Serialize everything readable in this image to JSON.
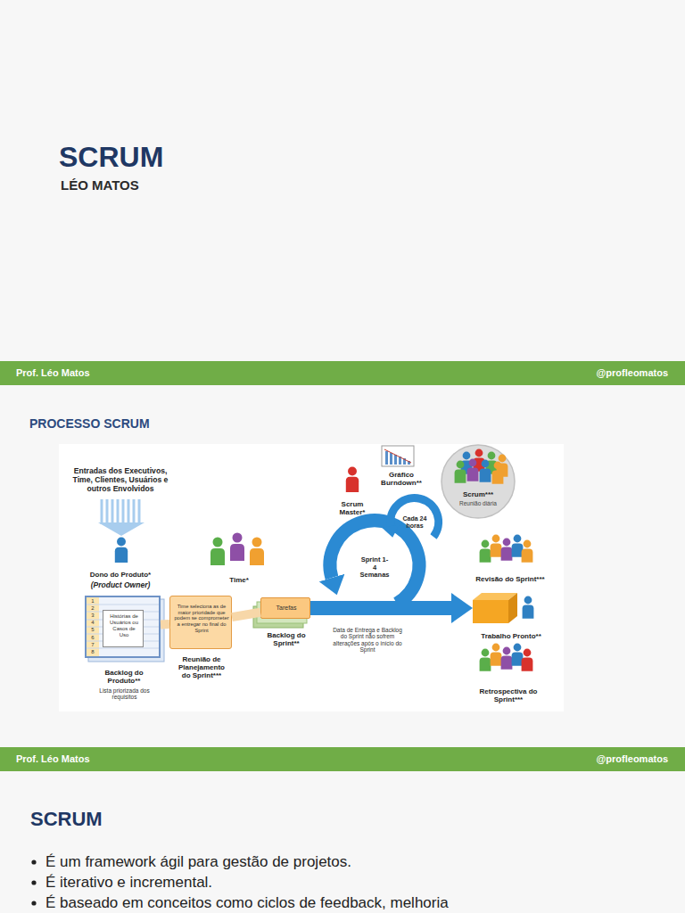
{
  "diagram": {
    "title": "SCRUM",
    "nodes": [
      {
        "text": [
          "Prof. Léo Matos",
          "@profleomatos"
        ]
      },
      {
        "text": [
          "Backlog do Produto**",
          "Lista priorizada dos requisitos"
        ]
      },
      {
        "text": [
          "Histórias de Usuários ou Casos de Uso"
        ],
        "in": 1
      },
      {
        "text": [
          "Time seleciona as de maior prioridade que podem se comprometer a entregar no final do Sprint",
          "Reunião de Planejamento do Sprint***"
        ]
      },
      {
        "text": [
          "Tarefas",
          "Backlog do Sprint**"
        ]
      },
      {
        "text": [
          "Scrum***",
          "Reunião diária"
        ]
      },
      {
        "text": [
          "Trabalho Pronto**"
        ]
      },
      {
        "text": [
          "Prof. Léo Matos",
          "@profleomatos"
        ]
      }
    ],
    "edges": [
      {
        "from": 1,
        "to": 3,
        "arrow": "none"
      },
      {
        "from": 3,
        "to": 4,
        "arrow": "none"
      },
      {
        "from": 4,
        "to": 6,
        "arrow": "to"
      }
    ],
    "labels": [
      "LÉO MATOS",
      "PROCESSO SCRUM",
      "Entradas dos Executivos, Time, Clientes, Usuários e outros Envolvidos",
      "Dono do Produto*",
      "(Product Owner)",
      "1",
      "2",
      "3",
      "4",
      "5",
      "6",
      "7",
      "8",
      "Time*",
      "Scrum Master*",
      "Gráfico Burndown**",
      "Cada 24 horas",
      "Sprint 1-4 Semanas",
      "Data de Entrega e Backlog do Sprint não sofrem alterações após o início do Sprint",
      "Revisão do Sprint***",
      "Retrospectiva do Sprint***",
      "SCRUM",
      "É um framework ágil para gestão de projetos.",
      "É iterativo e incremental.",
      "É baseado em conceitos como ciclos de feedback, melhoria"
    ]
  }
}
